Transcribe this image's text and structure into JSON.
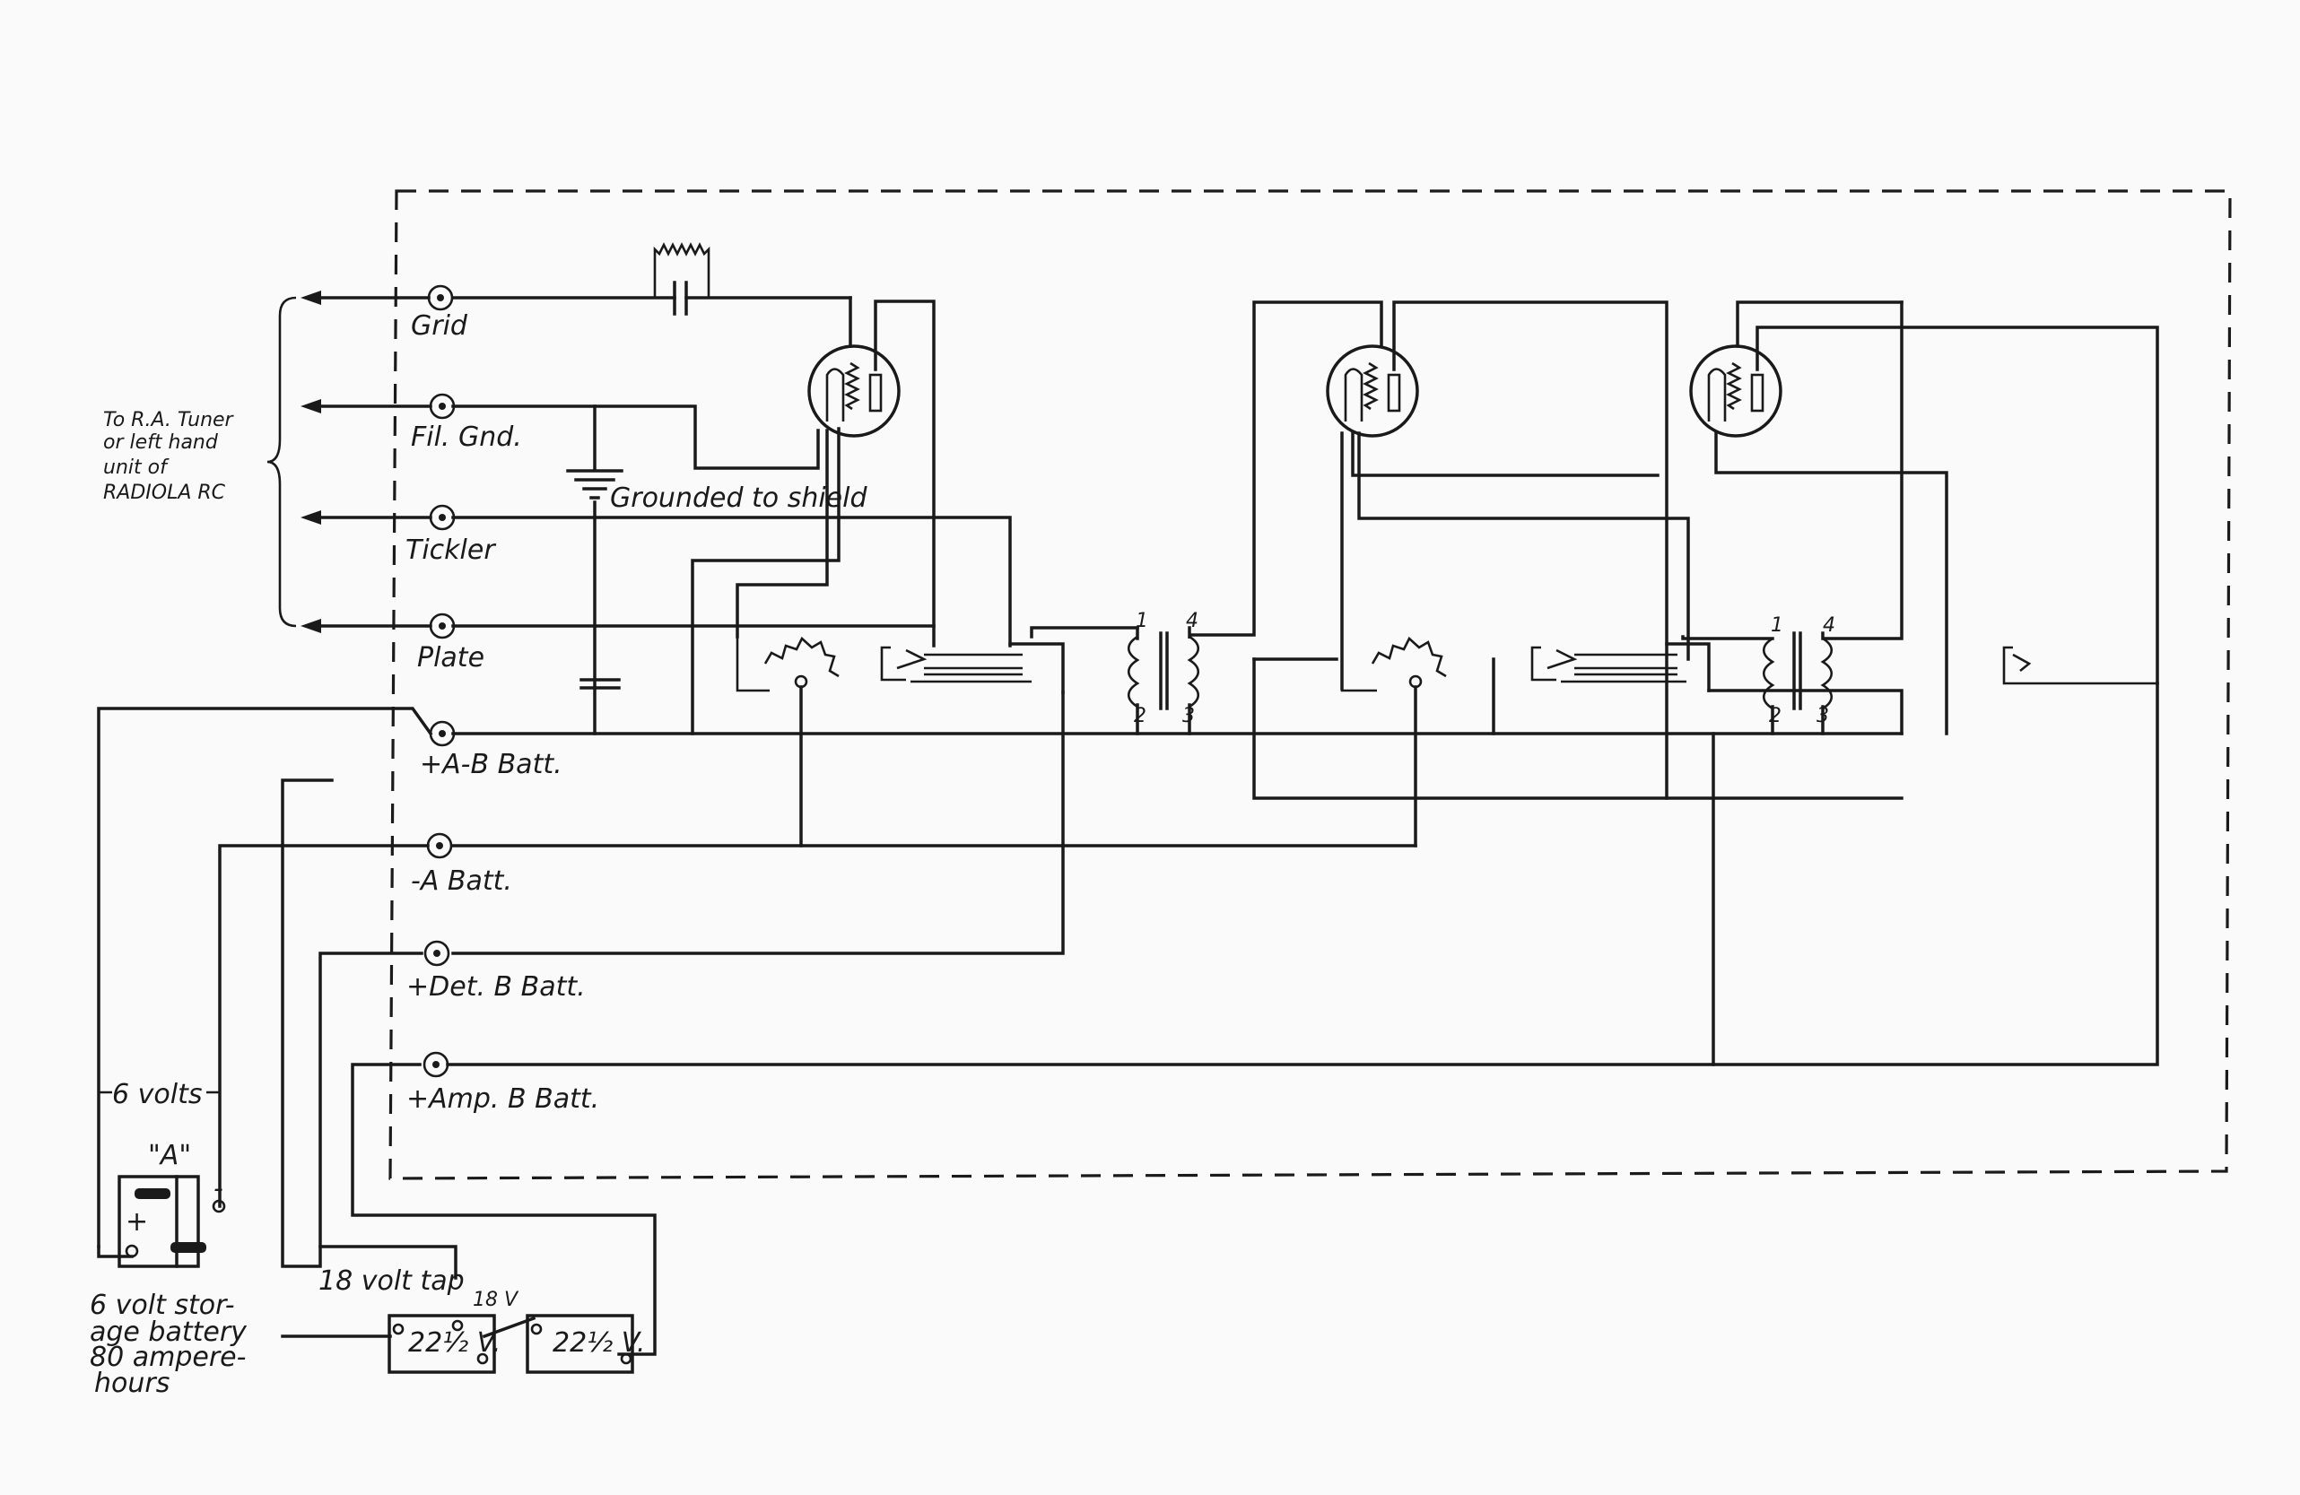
{
  "terminals": {
    "grid": "Grid",
    "fil_gnd": "Fil. Gnd.",
    "tickler": "Tickler",
    "plate": "Plate",
    "ab_batt": "+A-B Batt.",
    "a_batt": "-A Batt.",
    "det_b": "+Det. B Batt.",
    "amp_b": "+Amp. B Batt."
  },
  "tuner_note": [
    "To R.A. Tuner",
    "or left hand",
    "unit of",
    "RADIOLA RC"
  ],
  "ground_note": "Grounded to shield",
  "transformer1": {
    "p1": "1",
    "p4": "4",
    "p2": "2",
    "p3": "3"
  },
  "transformer2": {
    "p1": "1",
    "p4": "4",
    "p2": "2",
    "p3": "3"
  },
  "six_volts": "6 volts",
  "a_label": "\"A\"",
  "a_plus": "+",
  "a_minus": "-",
  "storage_note": [
    "6 volt stor-",
    "age battery",
    "80 ampere-",
    "hours"
  ],
  "tap_note": "18 volt tap",
  "tap_voltage": "18 V",
  "b_battery_1": "22½ V.",
  "b_battery_2": "22½ V."
}
